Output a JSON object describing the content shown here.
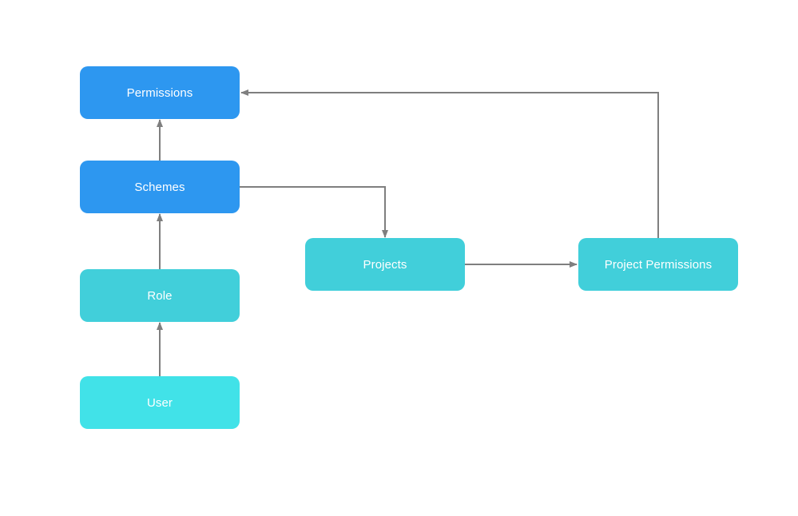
{
  "diagram": {
    "nodes": {
      "permissions": {
        "label": "Permissions",
        "color": "#2d97f0"
      },
      "schemes": {
        "label": "Schemes",
        "color": "#2d97f0"
      },
      "role": {
        "label": "Role",
        "color": "#41cfda"
      },
      "user": {
        "label": "User",
        "color": "#41e2e8"
      },
      "projects": {
        "label": "Projects",
        "color": "#41cfda"
      },
      "project_permissions": {
        "label": "Project Permissions",
        "color": "#41cfda"
      }
    },
    "edges": [
      {
        "from": "user",
        "to": "role"
      },
      {
        "from": "role",
        "to": "schemes"
      },
      {
        "from": "schemes",
        "to": "permissions"
      },
      {
        "from": "schemes",
        "to": "projects"
      },
      {
        "from": "projects",
        "to": "project_permissions"
      },
      {
        "from": "project_permissions",
        "to": "permissions"
      }
    ],
    "connector_color": "#7f7f7f"
  }
}
